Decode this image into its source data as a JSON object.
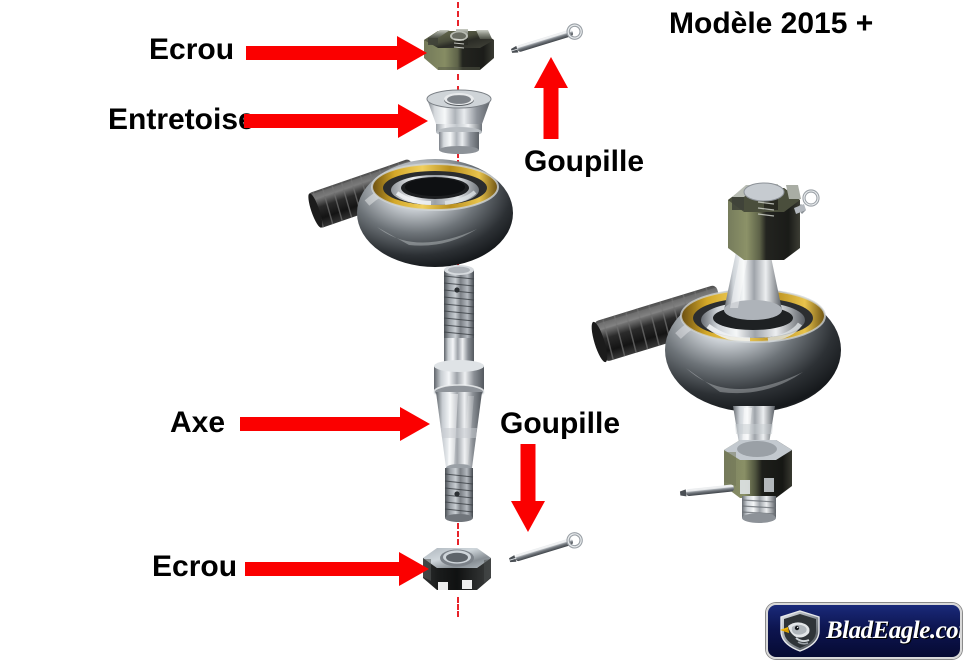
{
  "diagram": {
    "title": "Modèle 2015 +",
    "background_color": "#ffffff",
    "arrow_color": "#fb0000",
    "centerline_color": "#e8232a",
    "label_color": "#000000"
  },
  "labels": {
    "nut_top": "Ecrou",
    "spacer": "Entretoise",
    "cotter_pin_top": "Goupille",
    "axle": "Axe",
    "cotter_pin_bottom": "Goupille",
    "nut_bottom": "Ecrou"
  },
  "parts": {
    "castle_nut_top": "castle-nut",
    "spacer_sleeve": "tapered-spacer",
    "rod_end": "rod-end-heim-joint",
    "axle_pin": "tapered-axle-pin",
    "castle_nut_bottom": "castle-nut",
    "cotter_pin_top": "cotter-pin",
    "cotter_pin_bottom": "cotter-pin",
    "assembled_unit": "assembled-rod-end"
  },
  "logo": {
    "text": "BladEagle.com",
    "emblem": "eagle-shield-icon",
    "background_color": "#0d1550"
  }
}
